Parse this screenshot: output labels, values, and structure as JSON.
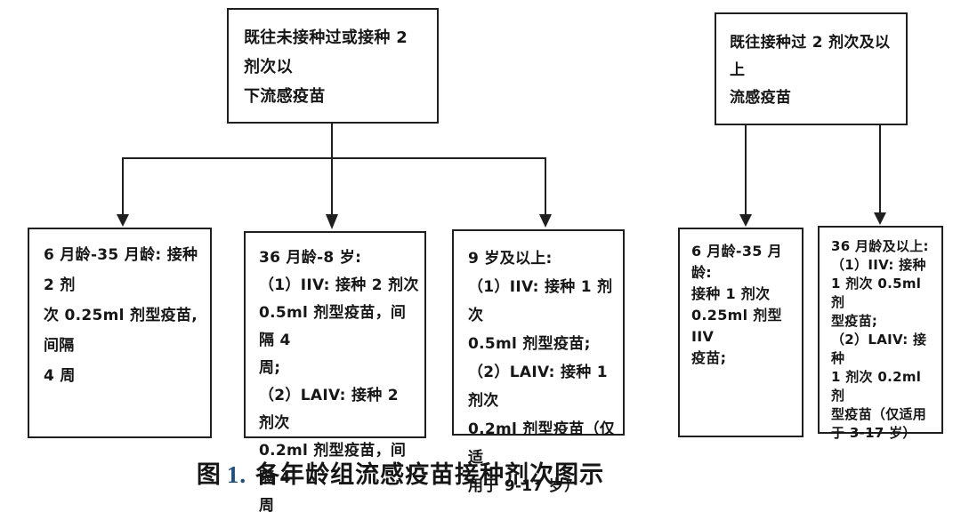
{
  "figure": {
    "caption": {
      "label": "图",
      "number": "1.",
      "title": "各年龄组流感疫苗接种剂次图示"
    },
    "colors": {
      "background": "#ffffff",
      "box_border": "#1f1f1f",
      "line": "#1f1f1f",
      "text": "#161616",
      "caption_number": "#1f4e79"
    },
    "nodes": {
      "prior_lt2": {
        "text": "既往未接种过或接种 2 剂次以\n下流感疫苗"
      },
      "prior_ge2": {
        "text": "既往接种过 2 剂次及以上\n流感疫苗"
      },
      "left_6_35m": {
        "text": "6 月龄-35 月龄: 接种 2 剂\n次 0.25ml 剂型疫苗, 间隔\n4 周"
      },
      "left_36m_8y": {
        "text": "36 月龄-8 岁:\n（1）IIV: 接种 2 剂次\n0.5ml 剂型疫苗，间隔 4\n周;\n（2）LAIV: 接种 2 剂次\n0.2ml 剂型疫苗，间隔 4\n周"
      },
      "left_9y_up": {
        "text": "9 岁及以上:\n（1）IIV: 接种 1 剂次\n0.5ml 剂型疫苗;\n（2）LAIV: 接种 1 剂次\n0.2ml 剂型疫苗（仅适\n用于 9-17 岁）"
      },
      "right_6_35m": {
        "text": "6 月龄-35 月龄:\n接种 1 剂次\n0.25ml 剂型 IIV\n疫苗;"
      },
      "right_36m_up": {
        "text": "36 月龄及以上:\n（1）IIV: 接种\n1 剂次 0.5ml 剂\n型疫苗;\n（2）LAIV: 接种\n1 剂次 0.2ml 剂\n型疫苗（仅适用\n于 3-17 岁）"
      }
    }
  }
}
